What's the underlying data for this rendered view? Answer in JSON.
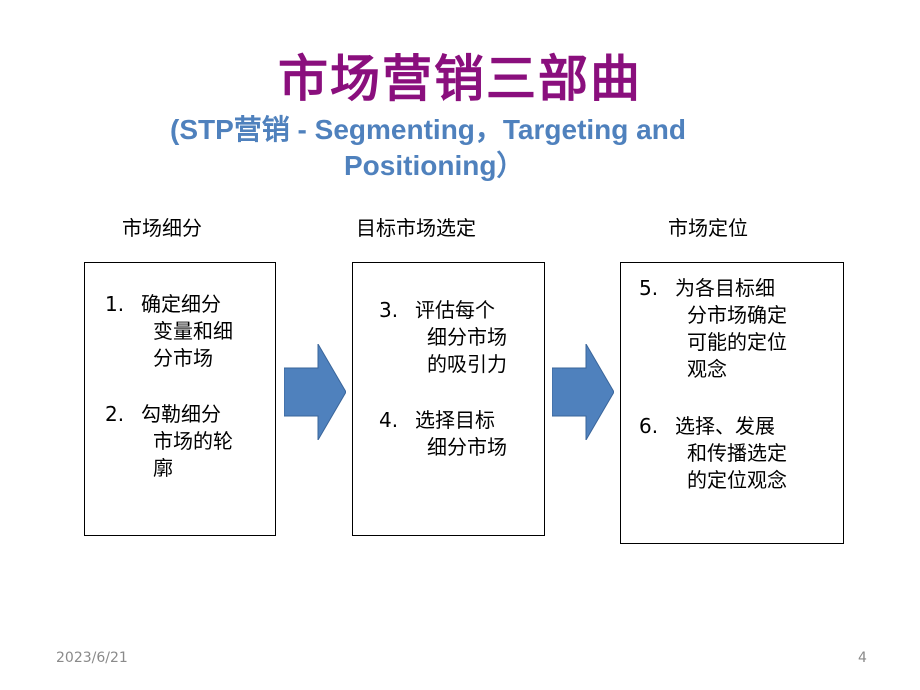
{
  "title": "市场营销三部曲",
  "subtitle": {
    "line1": "(STP营销 - Segmenting，Targeting and",
    "line2": "Positioning）"
  },
  "stages": [
    {
      "label": "市场细分",
      "steps": [
        {
          "num": "1.",
          "lines": [
            "确定细分",
            "变量和细",
            "分市场"
          ]
        },
        {
          "num": "2.",
          "lines": [
            "勾勒细分",
            "市场的轮",
            "廓"
          ]
        }
      ]
    },
    {
      "label": "目标市场选定",
      "steps": [
        {
          "num": "3.",
          "lines": [
            "评估每个",
            "细分市场",
            "的吸引力"
          ]
        },
        {
          "num": "4.",
          "lines": [
            "选择目标",
            "细分市场"
          ]
        }
      ]
    },
    {
      "label": "市场定位",
      "steps": [
        {
          "num": "5.",
          "lines": [
            "为各目标细",
            "分市场确定",
            "可能的定位",
            "观念"
          ]
        },
        {
          "num": "6.",
          "lines": [
            "选择、发展",
            "和传播选定",
            "的定位观念"
          ]
        }
      ]
    }
  ],
  "footer": {
    "date": "2023/6/21",
    "page": "4"
  },
  "colors": {
    "title": "#8a0f7d",
    "subtitle": "#4f81bd",
    "arrow": "#4f81bd"
  }
}
